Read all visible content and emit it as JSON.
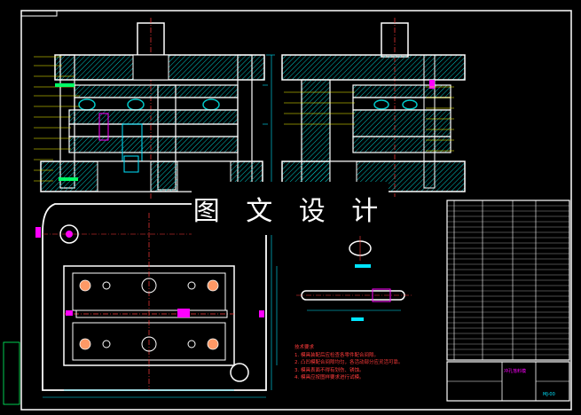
{
  "watermark": {
    "text": "图 文 设 计"
  },
  "tech_notes": {
    "title": "技术要求",
    "lines": [
      "1. 模具装配后应检查各零件配合间隙。",
      "2. 凸凹模配合间隙均匀，各活动部分应灵活可靠。",
      "3. 模具表面不得有划伤、锈蚀。",
      "4. 模具应按图样要求进行试模。"
    ]
  },
  "title_block": {
    "name": "冲孔落料模",
    "code": "MJ-00"
  },
  "colors": {
    "background": "#000000",
    "outline": "#ffffff",
    "center_line": "#ff3b3b",
    "dimension": "#00e5ff",
    "section_fill": "#00c8c8",
    "annotation": "#ff00ff",
    "leader": "#ffff00"
  }
}
